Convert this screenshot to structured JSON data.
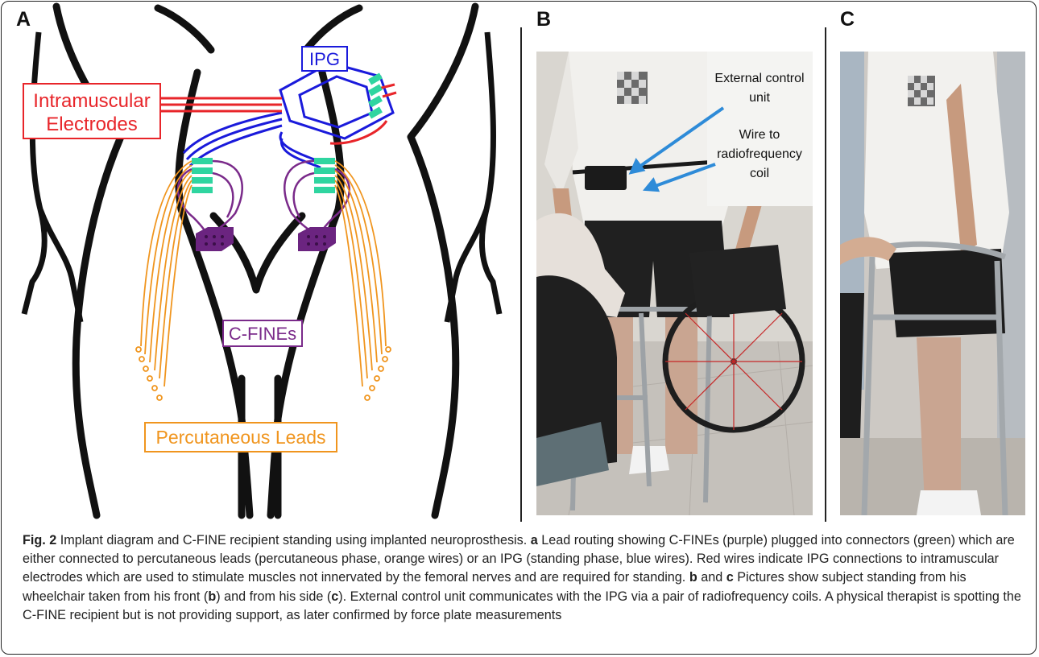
{
  "panels": {
    "a_letter": "A",
    "b_letter": "B",
    "c_letter": "C"
  },
  "diagram": {
    "ipg_label": "IPG",
    "intramuscular_line1": "Intramuscular",
    "intramuscular_line2": "Electrodes",
    "cfines_label": "C-FINEs",
    "percutaneous_label": "Percutaneous Leads"
  },
  "photo_b": {
    "annotation_line1": "External control",
    "annotation_line2": "unit",
    "annotation_line3": "Wire to",
    "annotation_line4": "radiofrequency",
    "annotation_line5": "coil"
  },
  "caption": {
    "fig_label": "Fig. 2",
    "s1": " Implant diagram and C-FINE recipient standing using implanted neuroprosthesis. ",
    "a": "a",
    "s2": " Lead routing showing C-FINEs (purple) plugged into connectors (green) which are either connected to percutaneous leads (percutaneous phase, orange wires) or an IPG (standing phase, blue wires). Red wires indicate IPG connections to intramuscular electrodes which are used to stimulate muscles not innervated by the femoral nerves and are required for standing. ",
    "b": "b",
    "s3": " and ",
    "c": "c",
    "s4": " Pictures show subject standing from his wheelchair taken from his front (",
    "b2": "b",
    "s5": ") and from his side (",
    "c2": "c",
    "s6": "). External control unit communicates with the IPG via a pair of radiofrequency coils. A physical therapist is spotting the C-FINE recipient but is not providing support, as later confirmed by force plate measurements"
  },
  "colors": {
    "ipg_blue": "#1a1adb",
    "electrode_red": "#e8252a",
    "cfine_purple": "#7a2a8a",
    "connector_green": "#2fd5a0",
    "lead_orange": "#f0951e",
    "arrow_blue": "#2e8bd8"
  }
}
